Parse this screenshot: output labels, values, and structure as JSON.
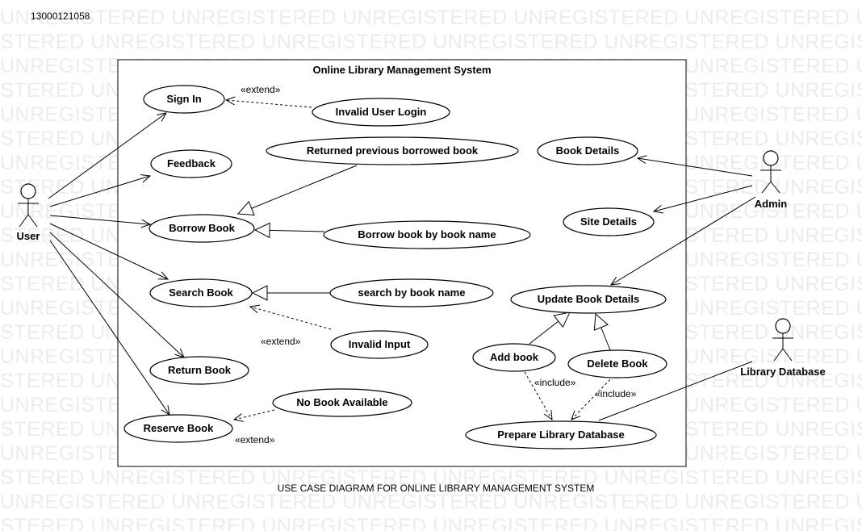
{
  "header_id": "13000121058",
  "watermark_text": "UNREGISTERED",
  "system_boundary": {
    "title": "Online Library Management System"
  },
  "caption": "USE CASE DIAGRAM FOR ONLINE LIBRARY MANAGEMENT SYSTEM",
  "actors": {
    "user": "User",
    "admin": "Admin",
    "library_database": "Library Database"
  },
  "use_cases": {
    "sign_in": "Sign In",
    "invalid_user_login": "Invalid User Login",
    "feedback": "Feedback",
    "returned_previous": "Returned previous borrowed book",
    "borrow_book": "Borrow Book",
    "borrow_by_name": "Borrow book by book name",
    "search_book": "Search Book",
    "search_by_name": "search by book name",
    "invalid_input": "Invalid Input",
    "return_book": "Return Book",
    "no_book_available": "No Book Available",
    "reserve_book": "Reserve Book",
    "book_details": "Book Details",
    "site_details": "Site Details",
    "update_book_details": "Update Book Details",
    "add_book": "Add book",
    "delete_book": "Delete Book",
    "prepare_library_db": "Prepare Library Database"
  },
  "stereotypes": {
    "extend_signin": "«extend»",
    "extend_search": "«extend»",
    "extend_reserve": "«extend»",
    "include_add": "«include»",
    "include_delete": "«include»"
  }
}
